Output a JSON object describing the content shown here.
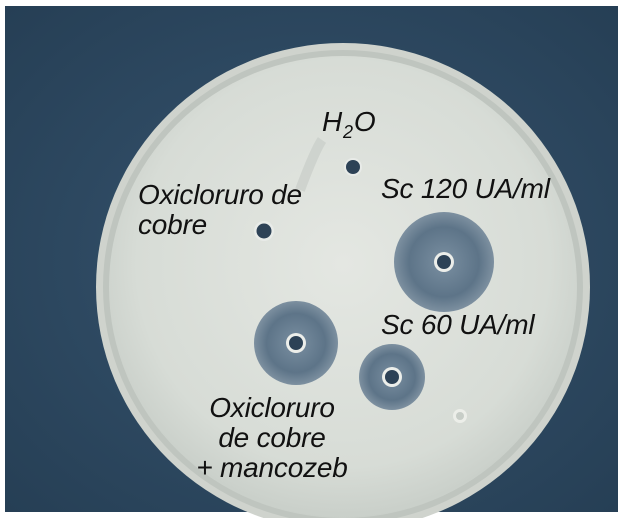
{
  "labels": {
    "water": {
      "main": "H",
      "sub": "2",
      "end": "O"
    },
    "copper_oxychloride": {
      "line1": "Oxicloruro de",
      "line2": "cobre"
    },
    "sc_120": "Sc 120 UA/ml",
    "sc_60": "Sc 60 UA/ml",
    "copper_mancozeb": {
      "line1": "Oxicloruro",
      "line2": "de cobre",
      "line3": "+ mancozeb"
    }
  },
  "colors": {
    "background": "#2e4a63",
    "agar": "#dde1dc",
    "halo": "#627a8f",
    "text": "#111111"
  }
}
